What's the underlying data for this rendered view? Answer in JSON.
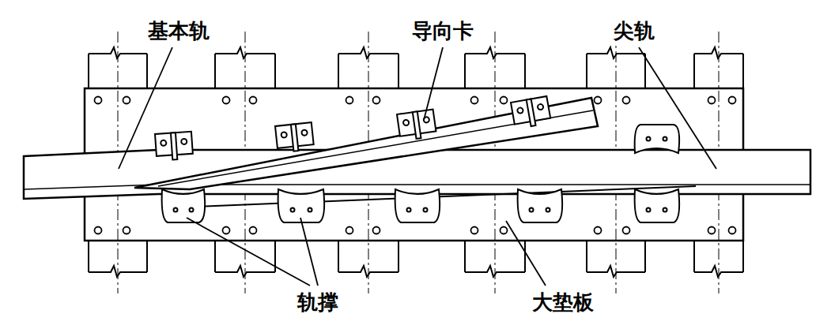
{
  "diagram": {
    "labels": [
      "基本轨",
      "导向卡",
      "尖轨",
      "轨撑",
      "大垫板"
    ]
  }
}
